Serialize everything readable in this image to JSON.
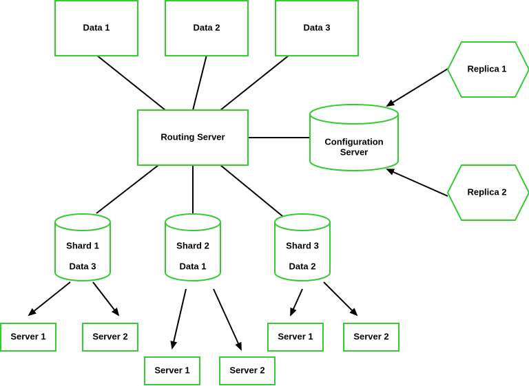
{
  "colors": {
    "node_stroke": "#33cc33",
    "node_fill": "#ffffff",
    "edge": "#000000",
    "text": "#000000"
  },
  "data_nodes": [
    "Data 1",
    "Data 2",
    "Data 3"
  ],
  "routing_server": "Routing Server",
  "configuration_server": [
    "Configuration",
    "Server"
  ],
  "replicas": [
    "Replica 1",
    "Replica 2"
  ],
  "shards": [
    {
      "name": "Shard 1",
      "data": "Data 3",
      "servers": [
        "Server 1",
        "Server 2"
      ]
    },
    {
      "name": "Shard 2",
      "data": "Data 1",
      "servers": [
        "Server 1",
        "Server 2"
      ]
    },
    {
      "name": "Shard 3",
      "data": "Data 2",
      "servers": [
        "Server 1",
        "Server 2"
      ]
    }
  ]
}
